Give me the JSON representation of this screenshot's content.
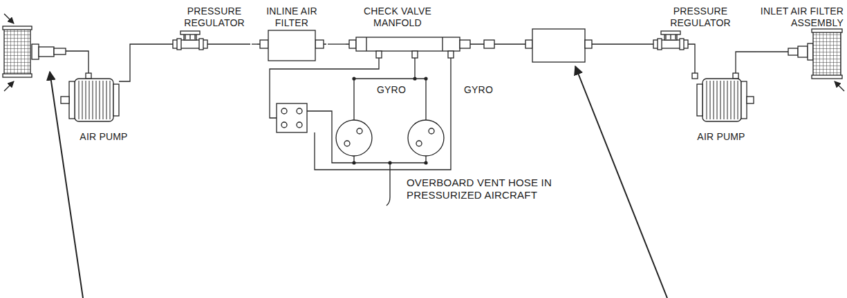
{
  "diagram": {
    "nodes": [
      {
        "text": [
          "AIR PUMP"
        ]
      },
      {
        "text": [
          "PRESSURE REGULATOR"
        ]
      },
      {
        "text": [
          "INLINE AIR FILTER"
        ]
      },
      {
        "text": [
          "CHECK VALVE MANFOLD"
        ]
      },
      {
        "text": [
          "GYRO"
        ]
      },
      {
        "text": [
          "GYRO"
        ]
      },
      {
        "text": [
          "PRESSURE REGULATOR"
        ]
      },
      {
        "text": [
          "AIR PUMP"
        ]
      },
      {
        "text": [
          "INLET AIR FILTER ASSEMBLY"
        ]
      }
    ],
    "edges": [
      {
        "from": 0,
        "to": 1,
        "arrow": "none"
      },
      {
        "from": 1,
        "to": 2,
        "arrow": "none"
      },
      {
        "from": 2,
        "to": 3,
        "arrow": "none"
      },
      {
        "from": 6,
        "to": 7,
        "arrow": "none"
      },
      {
        "from": 7,
        "to": 8,
        "arrow": "none"
      }
    ],
    "labels": [
      "OVERBOARD VENT HOSE IN PRESSURIZED AIRCRAFT"
    ]
  }
}
